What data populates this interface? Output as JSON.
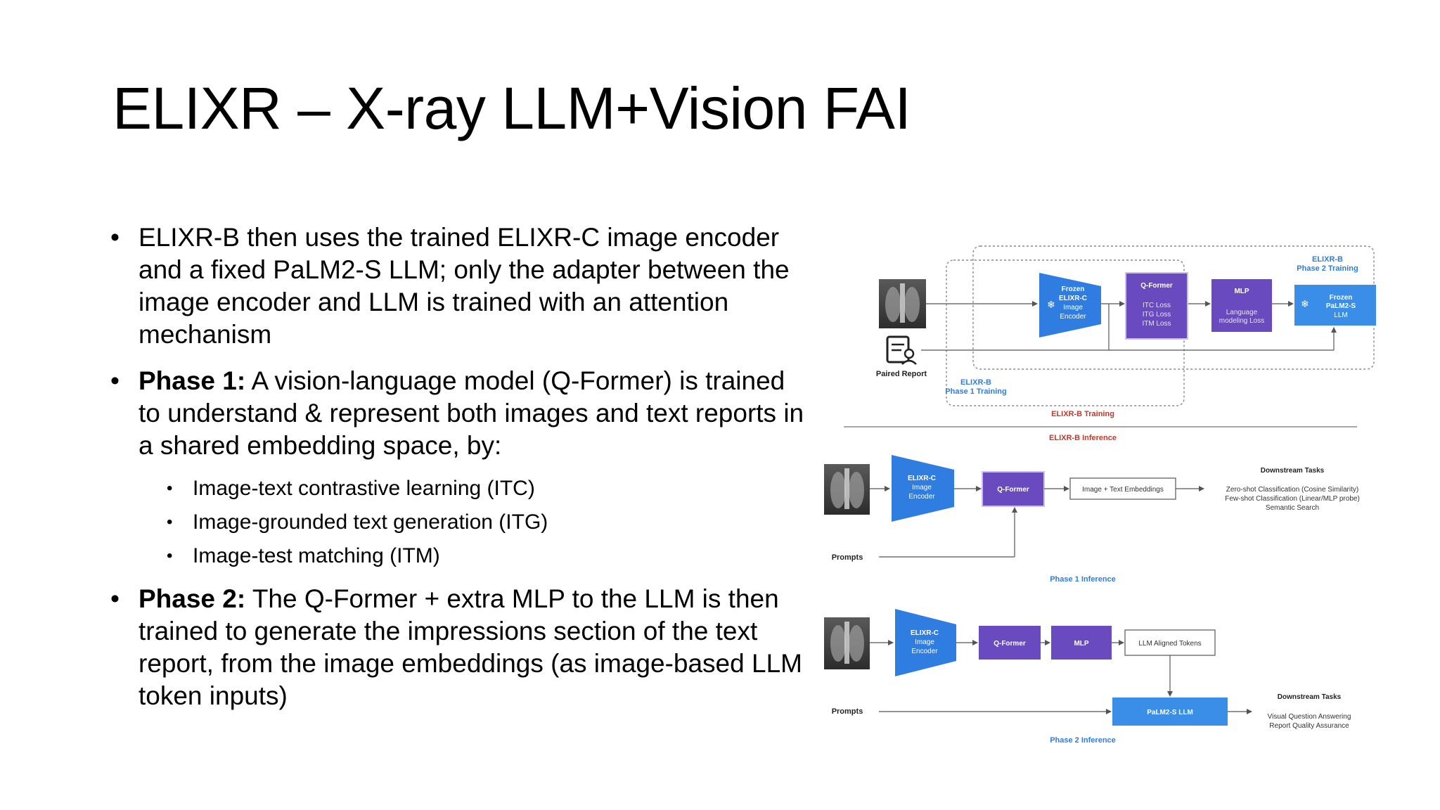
{
  "slide": {
    "title": "ELIXR – X-ray LLM+Vision FAI",
    "bullets": [
      {
        "bold": "",
        "text": "ELIXR-B then uses the trained ELIXR-C image encoder and a fixed PaLM2-S LLM; only the adapter between the image encoder and LLM is trained with an attention mechanism"
      },
      {
        "bold": "Phase 1:",
        "text": " A vision-language model (Q-Former) is trained to understand & represent both images and text reports in a shared embedding space, by:"
      },
      {
        "bold": "Phase 2:",
        "text": " The Q-Former + extra MLP to the LLM is then trained to generate the impressions section of the text report, from the image embeddings (as image-based LLM token inputs)"
      }
    ],
    "sub_bullets": [
      "Image-text contrastive learning (ITC)",
      "Image-grounded text generation (ITG)",
      "Image-test matching (ITM)"
    ]
  },
  "diagram": {
    "colors": {
      "dark_blue": "#2f7de1",
      "purple": "#6a4bbf",
      "light_blue": "#3b8ee8",
      "red_label": "#c0392b",
      "blue_label": "#2f7de1"
    },
    "training": {
      "frozen_encoder": [
        "Frozen",
        "ELIXR-C",
        "Image",
        "Encoder"
      ],
      "qformer_title": "Q-Former",
      "qformer_losses": [
        "ITC Loss",
        "ITG Loss",
        "ITM Loss"
      ],
      "mlp_title": "MLP",
      "mlp_sub": [
        "Language",
        "modeling Loss"
      ],
      "frozen_llm": [
        "Frozen",
        "PaLM2-S",
        "LLM"
      ],
      "paired_report": "Paired Report",
      "phase2_label": [
        "ELIXR-B",
        "Phase 2 Training"
      ],
      "phase1_label": [
        "ELIXR-B",
        "Phase 1 Training"
      ],
      "section_label": "ELIXR-B Training",
      "inference_label": "ELIXR-B Inference"
    },
    "phase1": {
      "encoder": [
        "ELIXR-C",
        "Image",
        "Encoder"
      ],
      "qformer": "Q-Former",
      "embeddings": "Image + Text Embeddings",
      "tasks_title": "Downstream Tasks",
      "tasks": [
        "Zero-shot Classification (Cosine Similarity)",
        "Few-shot Classification (Linear/MLP probe)",
        "Semantic Search"
      ],
      "prompts": "Prompts",
      "label": "Phase 1 Inference"
    },
    "phase2": {
      "encoder": [
        "ELIXR-C",
        "Image",
        "Encoder"
      ],
      "qformer": "Q-Former",
      "mlp": "MLP",
      "tokens": "LLM Aligned Tokens",
      "llm": "PaLM2-S LLM",
      "tasks_title": "Downstream Tasks",
      "tasks": [
        "Visual Question Answering",
        "Report Quality Assurance"
      ],
      "prompts": "Prompts",
      "label": "Phase 2 Inference"
    }
  }
}
